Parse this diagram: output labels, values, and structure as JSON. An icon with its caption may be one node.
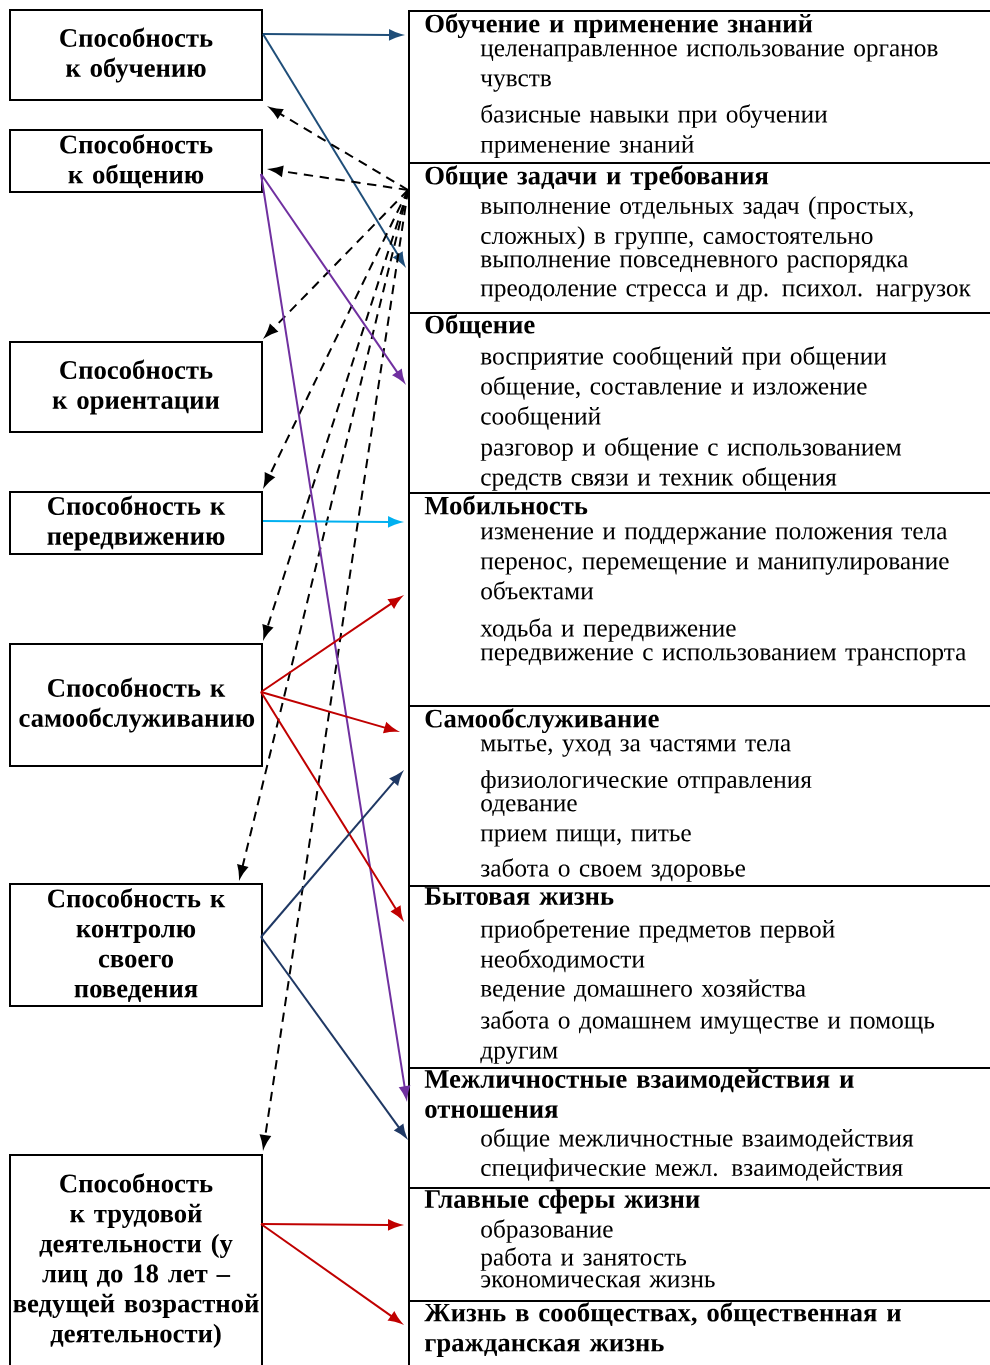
{
  "diagram": {
    "nodes": [
      {
        "text": [
          "Способность к обучению"
        ]
      },
      {
        "text": [
          "Способность к общению"
        ]
      },
      {
        "text": [
          "Способность к ориентации"
        ]
      },
      {
        "text": [
          "Способность к передвижению"
        ]
      },
      {
        "text": [
          "Способность к самообслуживанию"
        ]
      },
      {
        "text": [
          "Способность к контролю своего поведения"
        ]
      },
      {
        "text": [
          "Способность к трудовой деятельности (у лиц до 18 лет – ведущей возрастной деятельности)"
        ]
      },
      {
        "text": [
          "Обучение и применение знаний",
          "целенаправленное использование органов чувств",
          "базисные навыки при обучении",
          "применение знаний"
        ]
      },
      {
        "text": [
          "Общие задачи и требования",
          "выполнение отдельных задач (простых, сложных) в группе, самостоятельно",
          "выполнение повседневного распорядка",
          "преодоление стресса и др. психол. нагрузок"
        ]
      },
      {
        "text": [
          "Общение",
          "восприятие сообщений при общении",
          "общение, составление и изложение сообщений",
          "разговор и общение с использованием средств связи и техник общения"
        ]
      },
      {
        "text": [
          "Мобильность",
          "изменение и поддержание положения тела",
          "перенос, перемещение и манипулирование объектами",
          "ходьба и передвижение",
          "передвижение с использованием транспорта"
        ]
      },
      {
        "text": [
          "Самообслуживание",
          "мытье, уход за частями тела",
          "физиологические отправления",
          "одевание",
          "прием пищи, питье",
          "забота о своем здоровье"
        ]
      },
      {
        "text": [
          "Бытовая жизнь",
          "приобретение предметов первой необходимости",
          "ведение домашнего хозяйства",
          "забота о домашнем имуществе и помощь другим"
        ]
      },
      {
        "text": [
          "Межличностные взаимодействия и отношения",
          "общие межличностные взаимодействия",
          "специфические межл. взаимодействия"
        ]
      },
      {
        "text": [
          "Главные сферы жизни",
          "образование",
          "работа и занятость",
          "экономическая жизнь"
        ]
      },
      {
        "text": [
          "Жизнь в сообществах, общественная и гражданская жизнь"
        ]
      }
    ],
    "edges": [
      {
        "from": 0,
        "to": 7,
        "arrow": "to",
        "color": "#1f4e79"
      },
      {
        "from": 0,
        "to": 8,
        "arrow": "to",
        "color": "#1f4e79"
      },
      {
        "from": 8,
        "to": 0,
        "arrow": "to",
        "style": "dashed"
      },
      {
        "from": 8,
        "to": 1,
        "arrow": "to",
        "style": "dashed"
      },
      {
        "from": 8,
        "to": 2,
        "arrow": "to",
        "style": "dashed"
      },
      {
        "from": 8,
        "to": 3,
        "arrow": "to",
        "style": "dashed"
      },
      {
        "from": 8,
        "to": 4,
        "arrow": "to",
        "style": "dashed"
      },
      {
        "from": 8,
        "to": 5,
        "arrow": "to",
        "style": "dashed"
      },
      {
        "from": 8,
        "to": 6,
        "arrow": "to",
        "style": "dashed"
      },
      {
        "from": 1,
        "to": 9,
        "arrow": "to",
        "color": "#7030a0"
      },
      {
        "from": 1,
        "to": 13,
        "arrow": "to",
        "color": "#7030a0"
      },
      {
        "from": 3,
        "to": 10,
        "arrow": "to",
        "color": "#00b0f0"
      },
      {
        "from": 4,
        "to": 10,
        "arrow": "to",
        "color": "#c00000"
      },
      {
        "from": 4,
        "to": 11,
        "arrow": "to",
        "color": "#c00000"
      },
      {
        "from": 4,
        "to": 12,
        "arrow": "to",
        "color": "#c00000"
      },
      {
        "from": 5,
        "to": 11,
        "arrow": "to",
        "color": "#1f3864"
      },
      {
        "from": 5,
        "to": 13,
        "arrow": "to",
        "color": "#1f3864"
      },
      {
        "from": 6,
        "to": 14,
        "arrow": "to",
        "color": "#c00000"
      },
      {
        "from": 6,
        "to": 15,
        "arrow": "to",
        "color": "#c00000"
      }
    ]
  }
}
